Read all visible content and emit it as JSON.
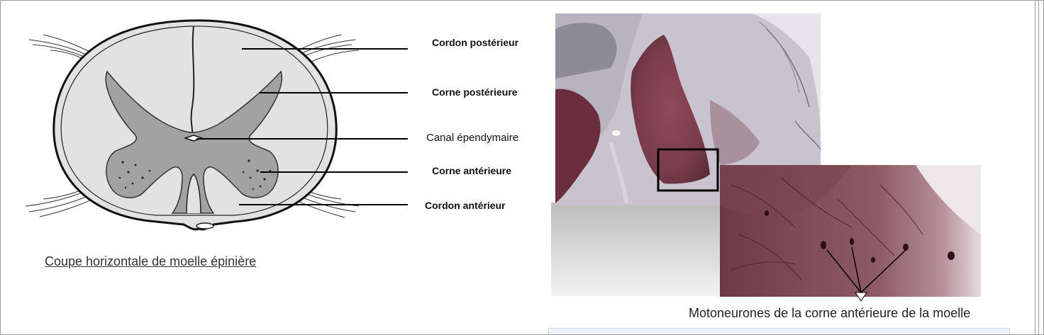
{
  "labels": {
    "cordon_posterieur": "Cordon postérieur",
    "corne_posterieure": "Corne postérieure",
    "canal_ependymaire": "Canal épendymaire",
    "corne_anterieure": "Corne antérieure",
    "cordon_anterieur": "Cordon antérieur"
  },
  "captions": {
    "left": "Coupe horizontale de moelle épinière",
    "right": "Motoneurones de la corne antérieure de la moelle"
  },
  "colors": {
    "white_matter": "#e2e2e2",
    "grey_matter": "#a2a2a2",
    "tissue_stain": "#8a4e5a",
    "tissue_pale": "#c9c2cf"
  }
}
